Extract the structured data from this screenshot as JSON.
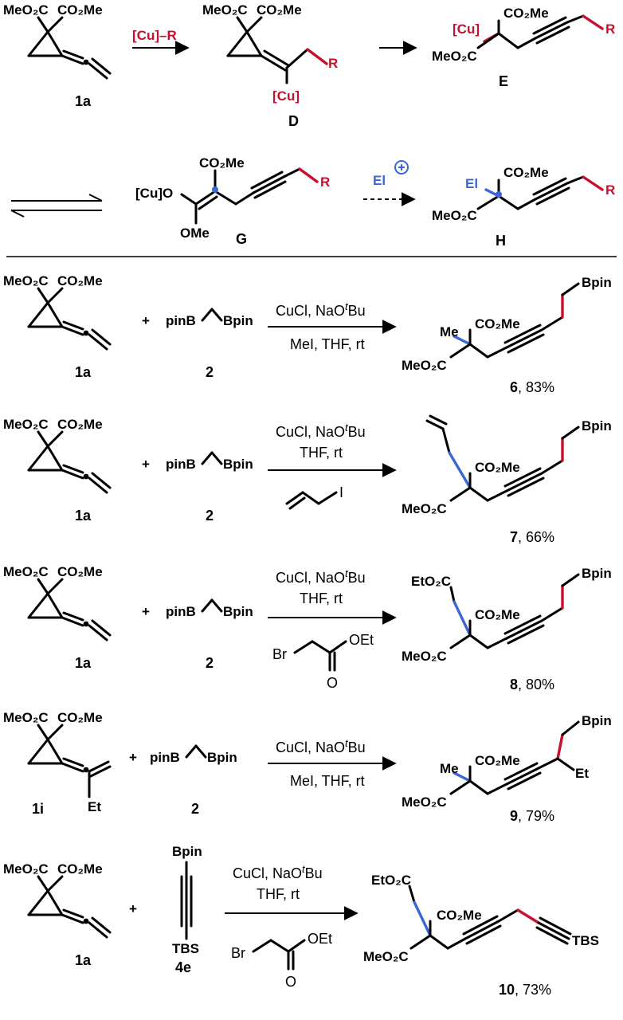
{
  "mechanism": {
    "step1_reagent": "[Cu]–R",
    "electrophile_label": "El",
    "labels": {
      "start": "1a",
      "D": "D",
      "E": "E",
      "G": "G",
      "H": "H"
    },
    "groups": {
      "co2me": "CO₂Me",
      "meo2c": "MeO₂C",
      "cu": "[Cu]",
      "cuo": "[Cu]O",
      "ome": "OMe",
      "r": "R",
      "el": "El"
    }
  },
  "reactions": [
    {
      "substrate": "1a",
      "reagent_label": "2",
      "reagent_text": "pinB",
      "reagent_text2": "Bpin",
      "conditions_top": [
        "CuCl, NaO",
        "t",
        "Bu"
      ],
      "conditions_bottom": "MeI, THF, rt",
      "product": "6",
      "yield": ", 83%",
      "side_group": "Me"
    },
    {
      "substrate": "1a",
      "reagent_label": "2",
      "reagent_text": "pinB",
      "reagent_text2": "Bpin",
      "conditions_top": [
        "CuCl, NaO",
        "t",
        "Bu"
      ],
      "conditions_mid": "THF, rt",
      "conditions_bottom_label": "I",
      "product": "7",
      "yield": ", 66%"
    },
    {
      "substrate": "1a",
      "reagent_label": "2",
      "reagent_text": "pinB",
      "reagent_text2": "Bpin",
      "conditions_top": [
        "CuCl, NaO",
        "t",
        "Bu"
      ],
      "conditions_mid": "THF, rt",
      "conditions_bottom_labels": [
        "Br",
        "OEt",
        "O"
      ],
      "product": "8",
      "yield": ", 80%",
      "side_group": "EtO₂C"
    },
    {
      "substrate": "1i",
      "reagent_label": "2",
      "reagent_text": "pinB",
      "reagent_text2": "Bpin",
      "conditions_top": [
        "CuCl, NaO",
        "t",
        "Bu"
      ],
      "conditions_bottom": "MeI, THF, rt",
      "product": "9",
      "yield": ", 79%",
      "side_group": "Me",
      "extra_group": "Et"
    },
    {
      "substrate": "1a",
      "reagent_label": "4e",
      "reagent_top": "Bpin",
      "reagent_bottom": "TBS",
      "conditions_top": [
        "CuCl, NaO",
        "t",
        "Bu"
      ],
      "conditions_mid": "THF, rt",
      "conditions_bottom_labels": [
        "Br",
        "OEt",
        "O"
      ],
      "product": "10",
      "yield": ", 73%",
      "side_group": "EtO₂C",
      "end_group": "TBS"
    }
  ],
  "common": {
    "plus": "+",
    "bpin": "Bpin",
    "co2me": "CO₂Me",
    "meo2c": "MeO₂C"
  }
}
